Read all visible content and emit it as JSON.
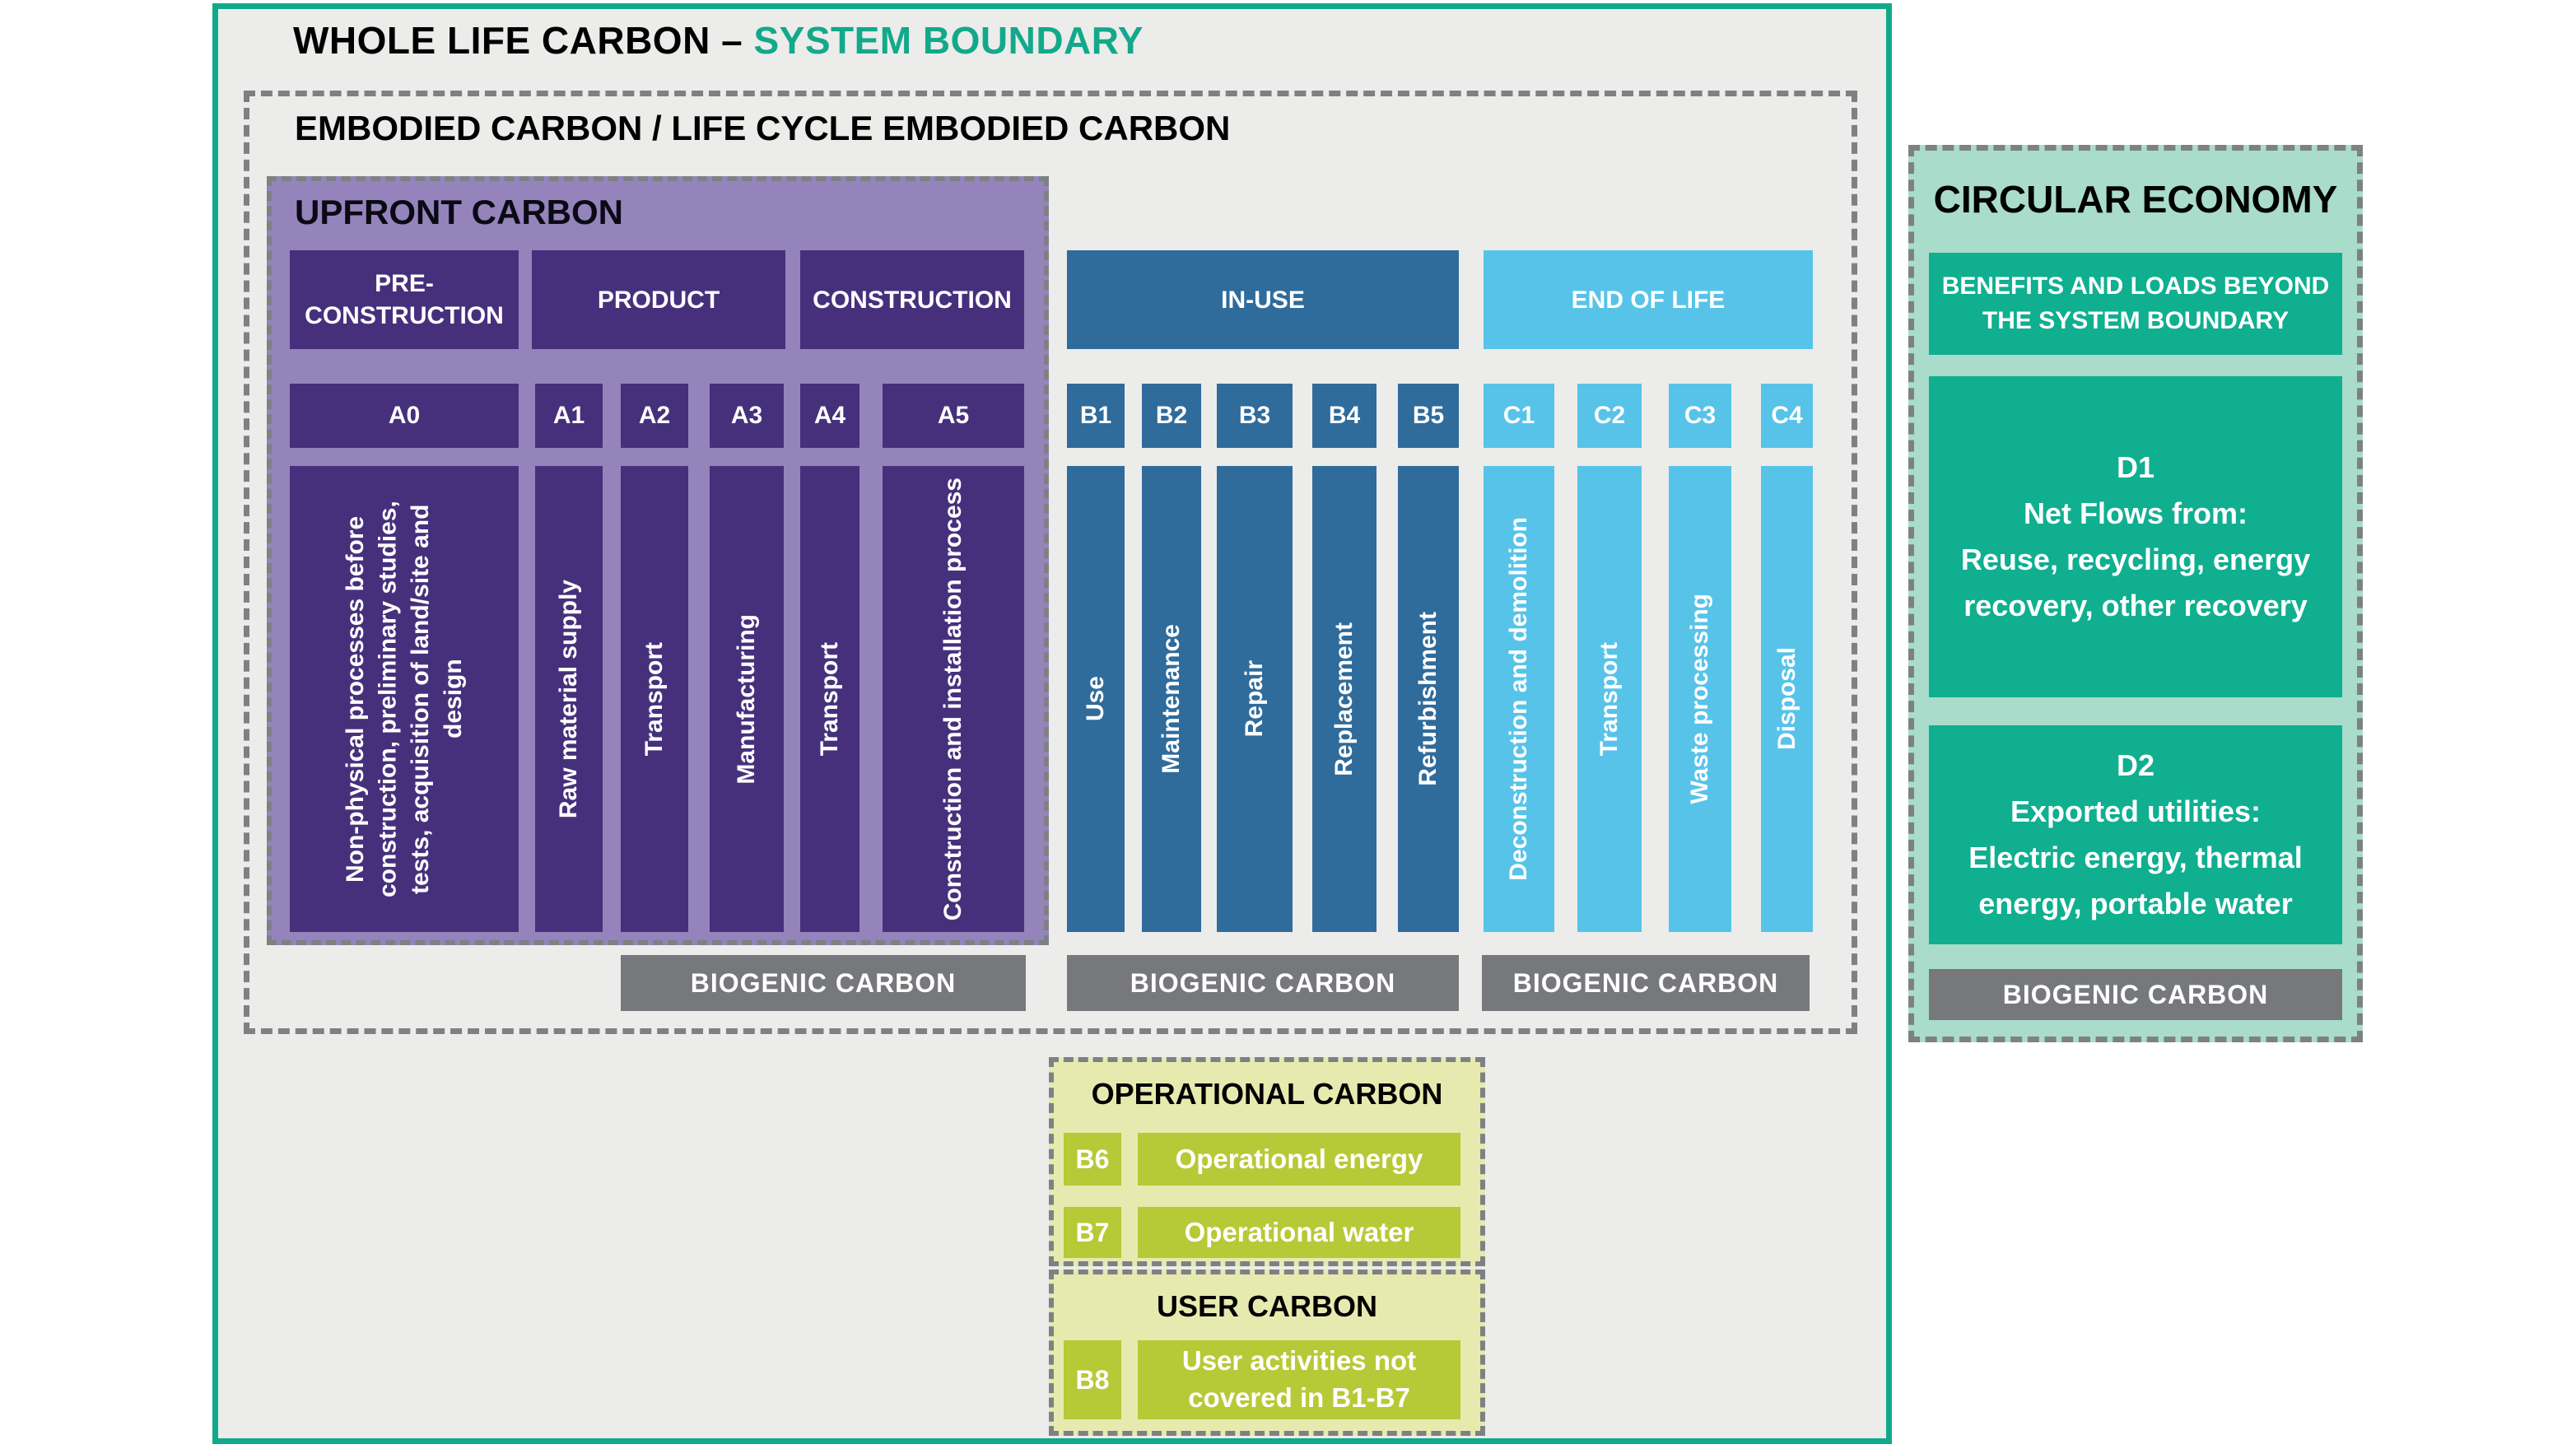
{
  "title": {
    "main": "WHOLE LIFE CARBON – ",
    "accent": "SYSTEM BOUNDARY"
  },
  "embodied": {
    "title": "EMBODIED CARBON / LIFE CYCLE EMBODIED CARBON",
    "upfront": {
      "title": "UPFRONT CARBON",
      "groups": [
        {
          "label": "PRE-CONSTRUCTION"
        },
        {
          "label": "PRODUCT"
        },
        {
          "label": "CONSTRUCTION"
        }
      ],
      "stages": [
        {
          "code": "A0",
          "label": "Non-physical processes before construction, preliminary studies, tests, acquisition of land/site and design"
        },
        {
          "code": "A1",
          "label": "Raw material supply"
        },
        {
          "code": "A2",
          "label": "Transport"
        },
        {
          "code": "A3",
          "label": "Manufacturing"
        },
        {
          "code": "A4",
          "label": "Transport"
        },
        {
          "code": "A5",
          "label": "Construction and installation process"
        }
      ]
    },
    "in_use": {
      "title": "IN-USE",
      "stages": [
        {
          "code": "B1",
          "label": "Use"
        },
        {
          "code": "B2",
          "label": "Maintenance"
        },
        {
          "code": "B3",
          "label": "Repair"
        },
        {
          "code": "B4",
          "label": "Replacement"
        },
        {
          "code": "B5",
          "label": "Refurbishment"
        }
      ]
    },
    "end_of_life": {
      "title": "END OF LIFE",
      "stages": [
        {
          "code": "C1",
          "label": "Deconstruction and demolition"
        },
        {
          "code": "C2",
          "label": "Transport"
        },
        {
          "code": "C3",
          "label": "Waste processing"
        },
        {
          "code": "C4",
          "label": "Disposal"
        }
      ]
    },
    "biogenic": [
      "BIOGENIC CARBON",
      "BIOGENIC CARBON",
      "BIOGENIC CARBON"
    ]
  },
  "operational": {
    "title": "OPERATIONAL CARBON",
    "rows": [
      {
        "code": "B6",
        "label": "Operational energy"
      },
      {
        "code": "B7",
        "label": "Operational water"
      }
    ]
  },
  "user": {
    "title": "USER CARBON",
    "rows": [
      {
        "code": "B8",
        "label": "User activities not covered in B1-B7"
      }
    ]
  },
  "circular": {
    "title": "CIRCULAR ECONOMY",
    "benefits": [
      "BENEFITS AND LOADS BEYOND",
      "THE SYSTEM BOUNDARY"
    ],
    "d1": {
      "code": "D1",
      "lines": [
        "Net Flows from:",
        "Reuse, recycling, energy",
        "recovery, other recovery"
      ]
    },
    "d2": {
      "code": "D2",
      "lines": [
        "Exported utilities:",
        "Electric energy, thermal",
        "energy, portable water"
      ]
    },
    "biogenic": "BIOGENIC CARBON"
  },
  "colors": {
    "accent_teal": "#12A98B",
    "teal_fill": "#0FAF90",
    "mint": "#A9DCCB",
    "purple_dark": "#46307C",
    "purple_light": "#9484BB",
    "blue_dark": "#2F6B9B",
    "blue_light": "#57C3E9",
    "gray_bar": "#76787B",
    "gray_dash": "#7E8183",
    "green_bright": "#B5CA36",
    "green_pale": "#E6EAAE",
    "bg_panel": "#ECECEA"
  }
}
